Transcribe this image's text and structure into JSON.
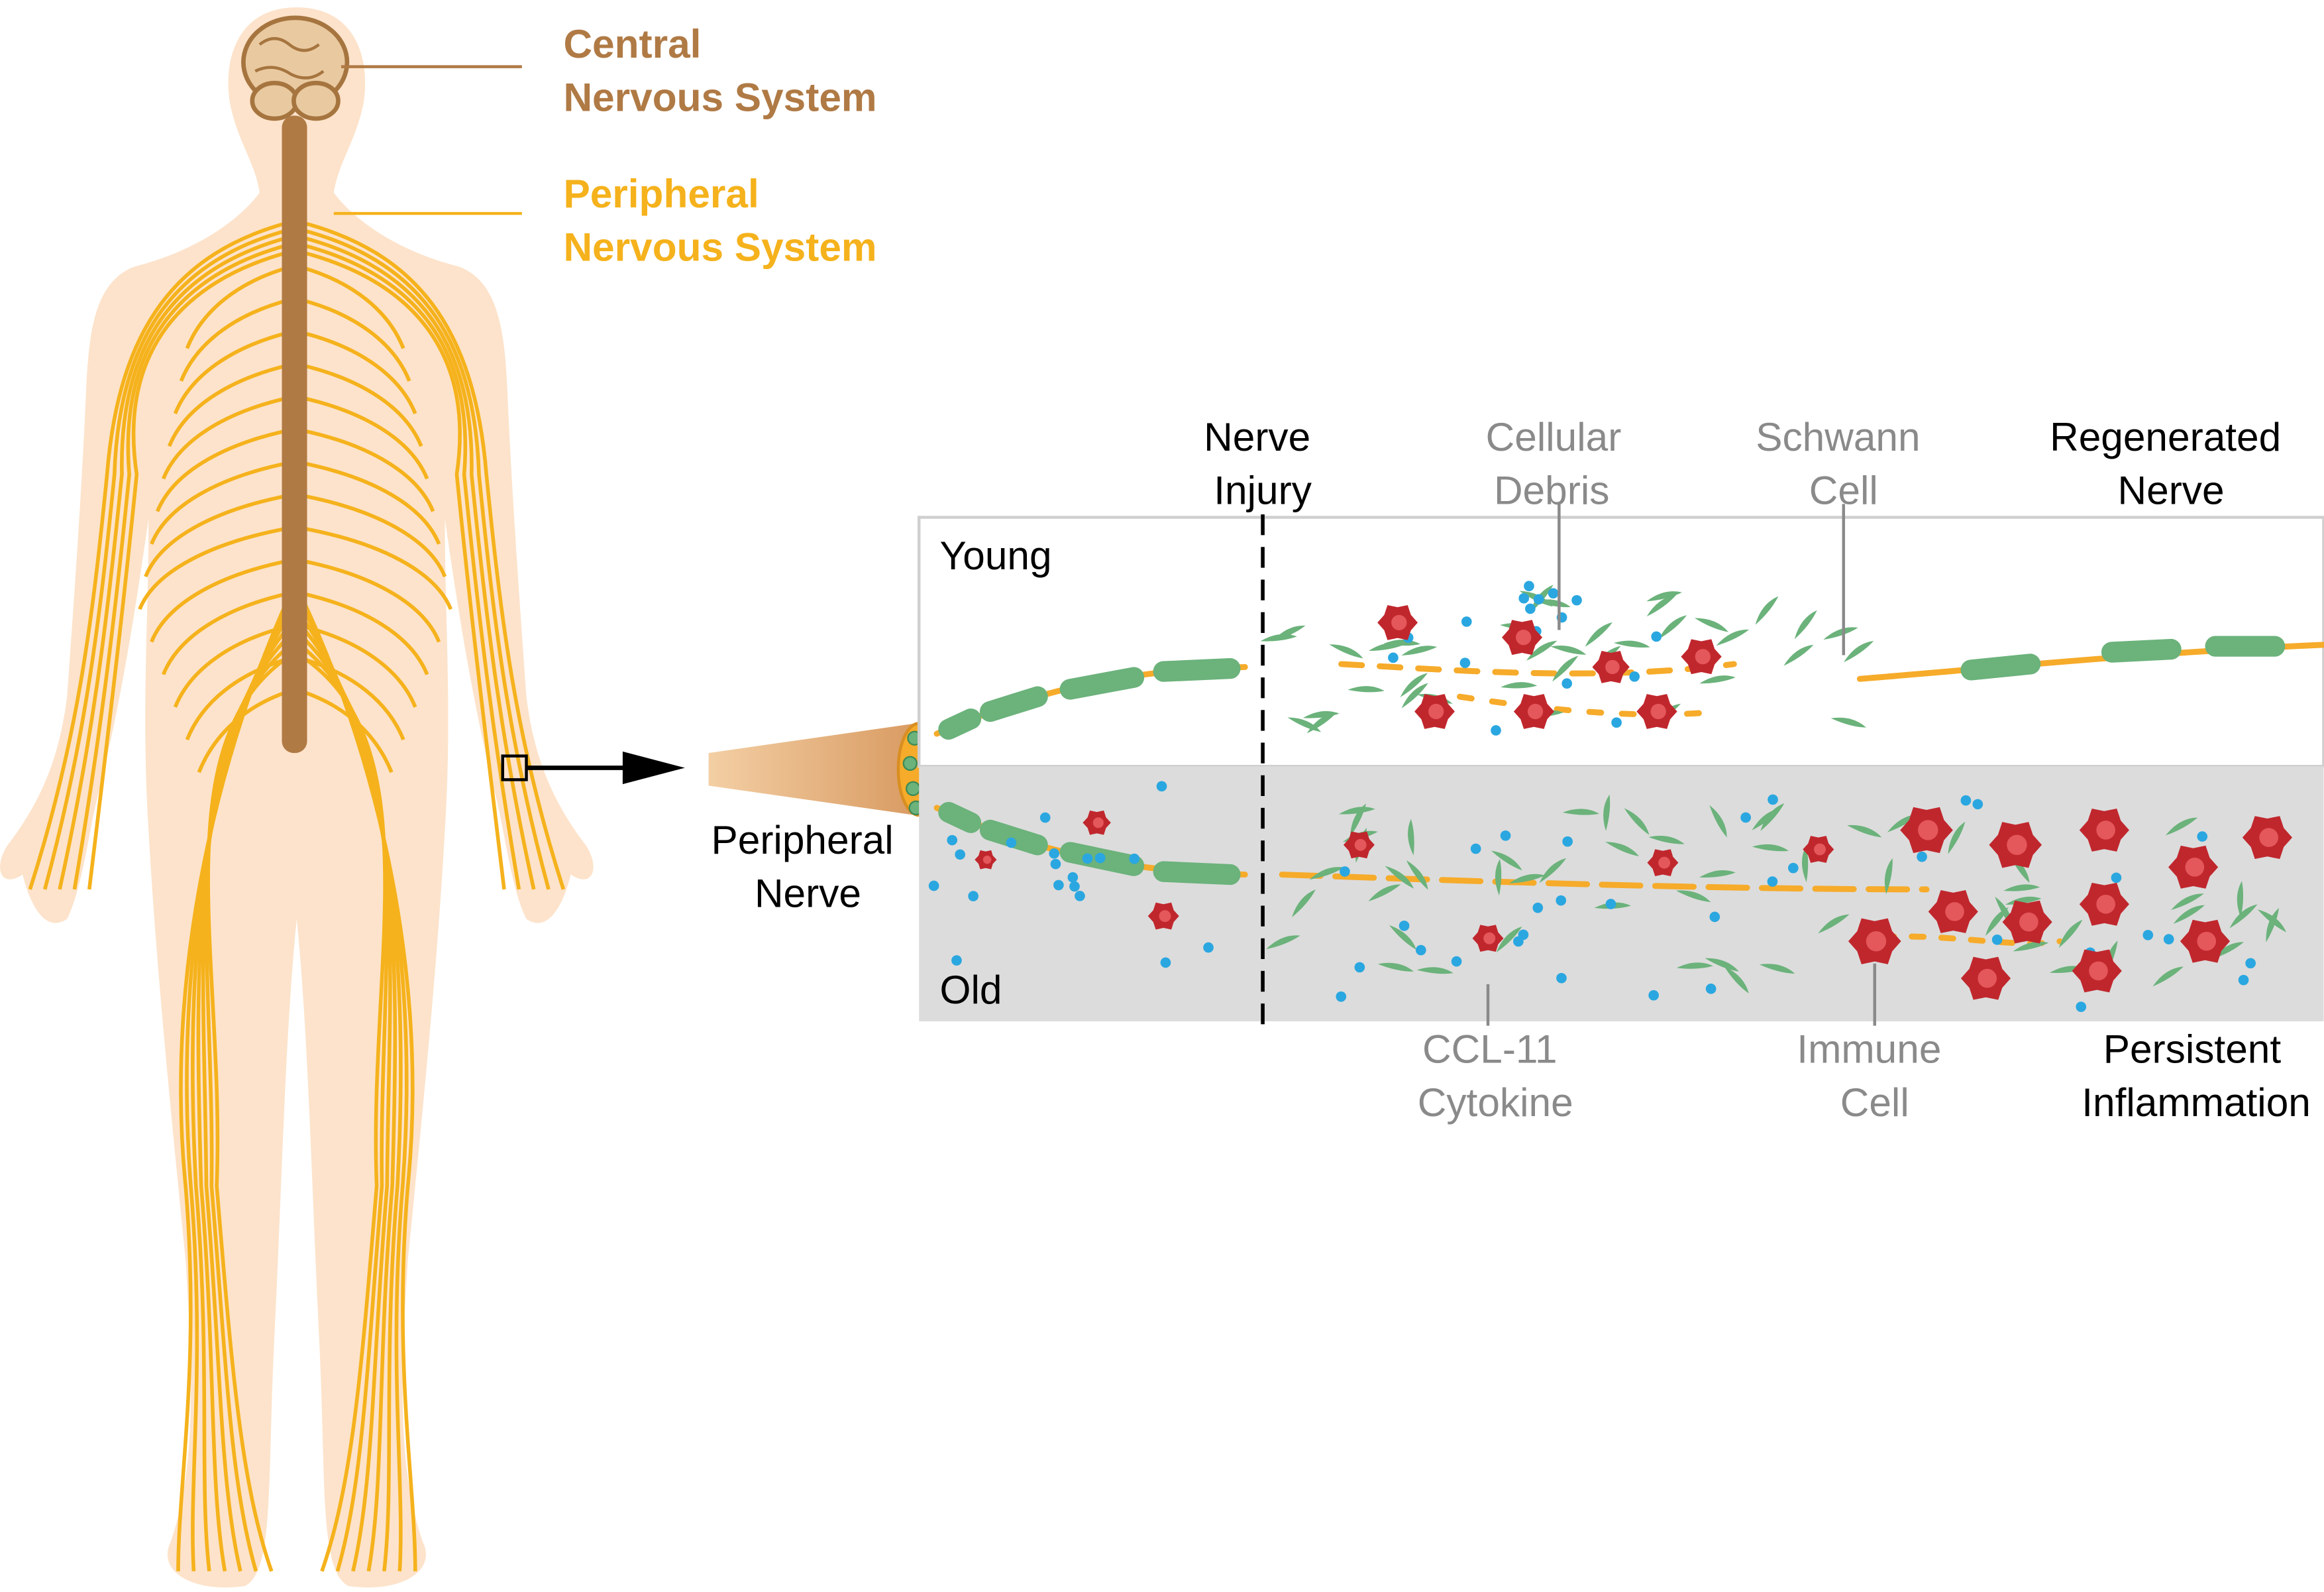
{
  "colors": {
    "skin": "#fde3cb",
    "brain": "#e9c9a0",
    "cns_brown": "#b07a45",
    "pns_orange": "#f5b21c",
    "axon": "#f6ab2a",
    "myelin_green": "#6bb27b",
    "immune_red": "#c0272d",
    "immune_inner": "#e4575b",
    "cytokine_blue": "#2aa7e0",
    "label_gray": "#8a8a8a",
    "old_panel": "#dcdcdc"
  },
  "body_labels": {
    "cns_line1": "Central",
    "cns_line2": "Nervous System",
    "pns_line1": "Peripheral",
    "pns_line2": "Nervous System"
  },
  "nerve_label": {
    "line1": "Peripheral",
    "line2": "Nerve"
  },
  "panels": {
    "young": "Young",
    "old": "Old"
  },
  "top_labels": [
    {
      "line1": "Nerve",
      "line2": "Injury"
    },
    {
      "line1": "Cellular",
      "line2": "Debris"
    },
    {
      "line1": "Schwann",
      "line2": "Cell"
    },
    {
      "line1": "Regenerated",
      "line2": "Nerve"
    }
  ],
  "bottom_labels": [
    {
      "line1": "CCL-11",
      "line2": "Cytokine"
    },
    {
      "line1": "Immune",
      "line2": "Cell"
    },
    {
      "line1": "Persistent",
      "line2": "Inflammation"
    }
  ]
}
